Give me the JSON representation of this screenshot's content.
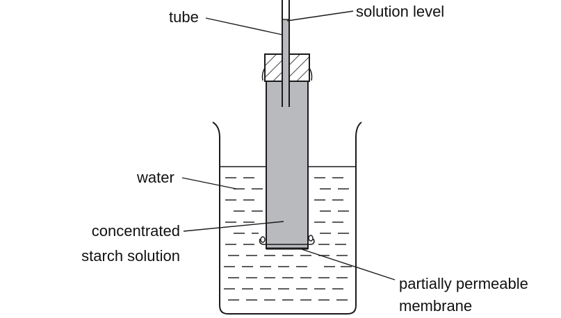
{
  "labels": {
    "tube": "tube",
    "solution_level": "solution level",
    "water": "water",
    "concentrated_line1": "concentrated",
    "concentrated_line2": "starch solution",
    "membrane_line1": "partially permeable",
    "membrane_line2": "membrane"
  },
  "colors": {
    "outline": "#1a1a1a",
    "starch_solution": "#b9babd",
    "water_dashes": "#333333",
    "background": "#ffffff"
  }
}
